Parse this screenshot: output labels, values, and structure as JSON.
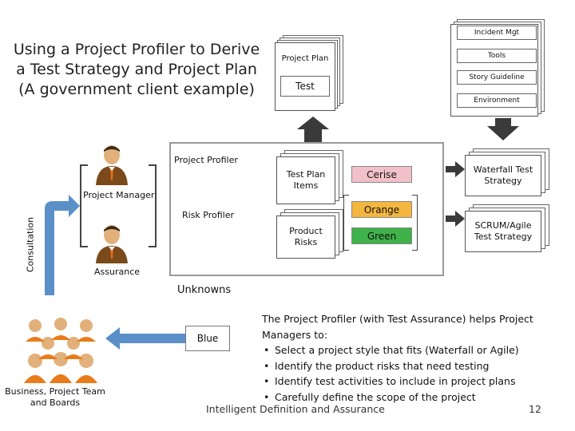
{
  "title": {
    "line1": "Using a Project Profiler to Derive",
    "line2": "a Test Strategy and Project Plan",
    "line3": "(A government client example)"
  },
  "top_docs": {
    "project_plan": "Project Plan",
    "test": "Test"
  },
  "right_docs": {
    "incident": "Incident Mgt",
    "tools": "Tools",
    "story": "Story Guideline",
    "environment": "Environment"
  },
  "profiler": {
    "title": "Project Profiler",
    "project_manager": "Project Manager",
    "risk_profiler": "Risk Profiler",
    "assurance": "Assurance",
    "test_plan_items": "Test Plan Items",
    "product_risks": "Product Risks",
    "cerise": "Cerise",
    "orange": "Orange",
    "green": "Green"
  },
  "strategies": {
    "waterfall": "Waterfall Test Strategy",
    "scrum": "SCRUM/Agile Test Strategy"
  },
  "consultation": "Consultation",
  "unknowns": "Unknowns",
  "blue": "Blue",
  "team_label": "Business, Project Team and Boards",
  "description": {
    "intro": "The Project Profiler (with Test Assurance) helps Project Managers to:",
    "bullets": [
      "Select a project style that fits (Waterfall or Agile)",
      "Identify the product risks that need testing",
      "Identify test activities to include in project plans",
      "Carefully define the scope of the project"
    ]
  },
  "footer": {
    "text": "Intelligent Definition and Assurance",
    "page": "12"
  },
  "colors": {
    "cerise": "#f2c0c8",
    "orange": "#f3b63e",
    "green": "#3fb24a",
    "blue": "#1f6ec8",
    "arrow_gray": "#3a3a3a"
  }
}
